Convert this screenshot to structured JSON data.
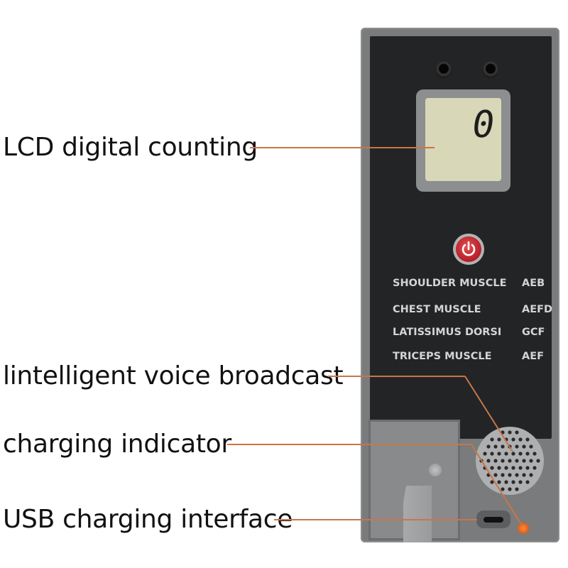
{
  "callouts": [
    {
      "id": "lcd",
      "label": "LCD digital counting"
    },
    {
      "id": "voice",
      "label": "lintelligent voice broadcast"
    },
    {
      "id": "charging",
      "label": "charging indicator"
    },
    {
      "id": "usb",
      "label": "USB charging interface"
    }
  ],
  "device": {
    "lcd_value": "0",
    "muscles": [
      {
        "name": "SHOULDER MUSCLE",
        "code": "AEB"
      },
      {
        "name": "CHEST MUSCLE",
        "code": "AEFD"
      },
      {
        "name": "LATISSIMUS DORSI",
        "code": "GCF"
      },
      {
        "name": "TRICEPS MUSCLE",
        "code": "AEF"
      }
    ]
  },
  "icons": {
    "power": "power-icon",
    "speaker": "speaker-grille-icon",
    "usb": "usb-port-icon",
    "led": "charging-led-icon"
  },
  "colors": {
    "leader_line": "#c8764a",
    "device_body": "#7a7b7d",
    "panel": "#232425",
    "lcd": "#d8d7b8",
    "power_button": "#c62a33",
    "charge_led": "#e8742c"
  }
}
